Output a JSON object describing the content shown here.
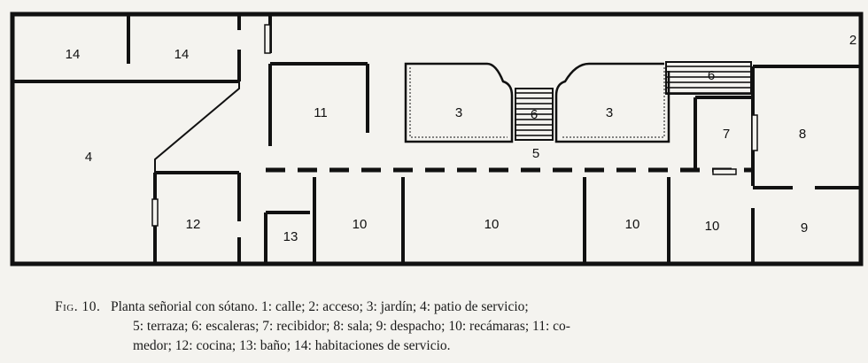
{
  "rooms": [
    {
      "id": "r14a",
      "label": "14"
    },
    {
      "id": "r14b",
      "label": "14"
    },
    {
      "id": "r4",
      "label": "4"
    },
    {
      "id": "r11",
      "label": "11"
    },
    {
      "id": "r3a",
      "label": "3"
    },
    {
      "id": "r6a",
      "label": "6"
    },
    {
      "id": "r3b",
      "label": "3"
    },
    {
      "id": "r6b",
      "label": "6"
    },
    {
      "id": "r2",
      "label": "2"
    },
    {
      "id": "r7",
      "label": "7"
    },
    {
      "id": "r8",
      "label": "8"
    },
    {
      "id": "r5",
      "label": "5"
    },
    {
      "id": "r12",
      "label": "12"
    },
    {
      "id": "r13",
      "label": "13"
    },
    {
      "id": "r10a",
      "label": "10"
    },
    {
      "id": "r10b",
      "label": "10"
    },
    {
      "id": "r10c",
      "label": "10"
    },
    {
      "id": "r10d",
      "label": "10"
    },
    {
      "id": "r9",
      "label": "9"
    }
  ],
  "caption": {
    "fig_label": "Fig. 10.",
    "line1": "Planta señorial con sótano. 1: calle; 2: acceso; 3: jardín; 4: patio de servicio;",
    "line2": "5: terraza; 6: escaleras; 7: recibidor; 8: sala; 9: despacho; 10: recámaras; 11: co-",
    "line3": "medor; 12: cocina; 13: baño; 14: habitaciones de servicio."
  },
  "colors": {
    "wall": "#111111",
    "paper": "#f4f3ef"
  }
}
